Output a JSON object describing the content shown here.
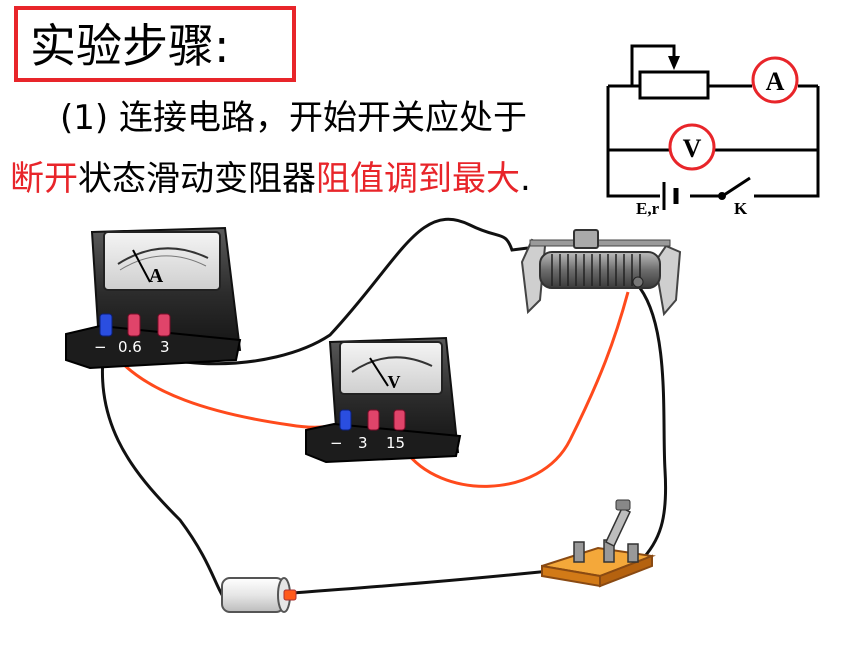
{
  "title": "实验步骤",
  "title_colon": ":",
  "step": {
    "number": "(1)",
    "line1": "连接电路，开始开关应处于",
    "line2_red1": "断开",
    "line2_black1": "状态滑动变阻器",
    "line2_red2": "阻值调到最大",
    "line2_end": "."
  },
  "schematic": {
    "ammeter_symbol": "A",
    "voltmeter_symbol": "V",
    "source_label": "E,r",
    "switch_label": "K"
  },
  "ammeter": {
    "dial_letter": "A",
    "terminals": [
      "−",
      "0.6",
      "3"
    ]
  },
  "voltmeter": {
    "dial_letter": "V",
    "terminals": [
      "−",
      "3",
      "15"
    ]
  },
  "colors": {
    "accent_red": "#e8252a",
    "wire_red": "#ff4a1c",
    "wire_black": "#111111"
  }
}
